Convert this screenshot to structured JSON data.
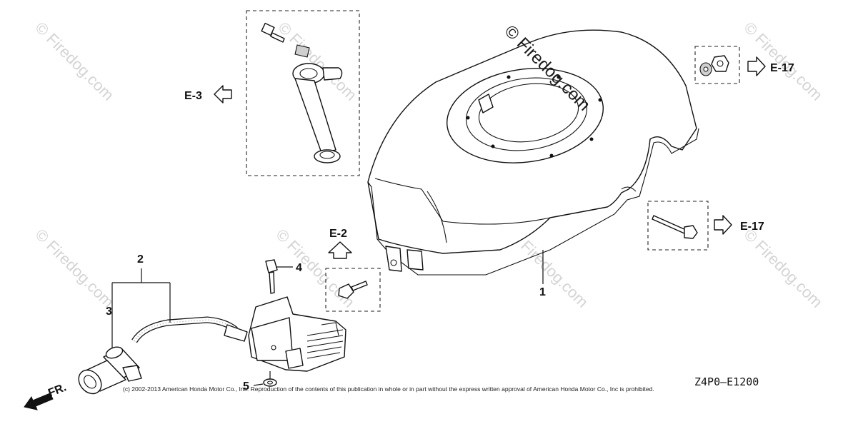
{
  "watermarks": {
    "brand_center": "© Firedog.com",
    "brand_tile": "© Firedog.com"
  },
  "refs": {
    "e3": "E-3",
    "e2": "E-2",
    "e17_top": "E-17",
    "e17_mid": "E-17"
  },
  "callouts": {
    "n1": "1",
    "n2": "2",
    "n3": "3",
    "n4": "4",
    "n5": "5"
  },
  "orientation": {
    "front": "FR."
  },
  "footer": {
    "copyright": "(c) 2002-2013 American Honda Motor Co., Inc. Reproduction of the contents of this publication in whole or in part without the express written approval of American Honda Motor Co., Inc is prohibited.",
    "diagram_code": "Z4P0—E1200"
  },
  "colors": {
    "line": "#111111",
    "watermark": "#d4d4d4",
    "background": "#ffffff"
  }
}
